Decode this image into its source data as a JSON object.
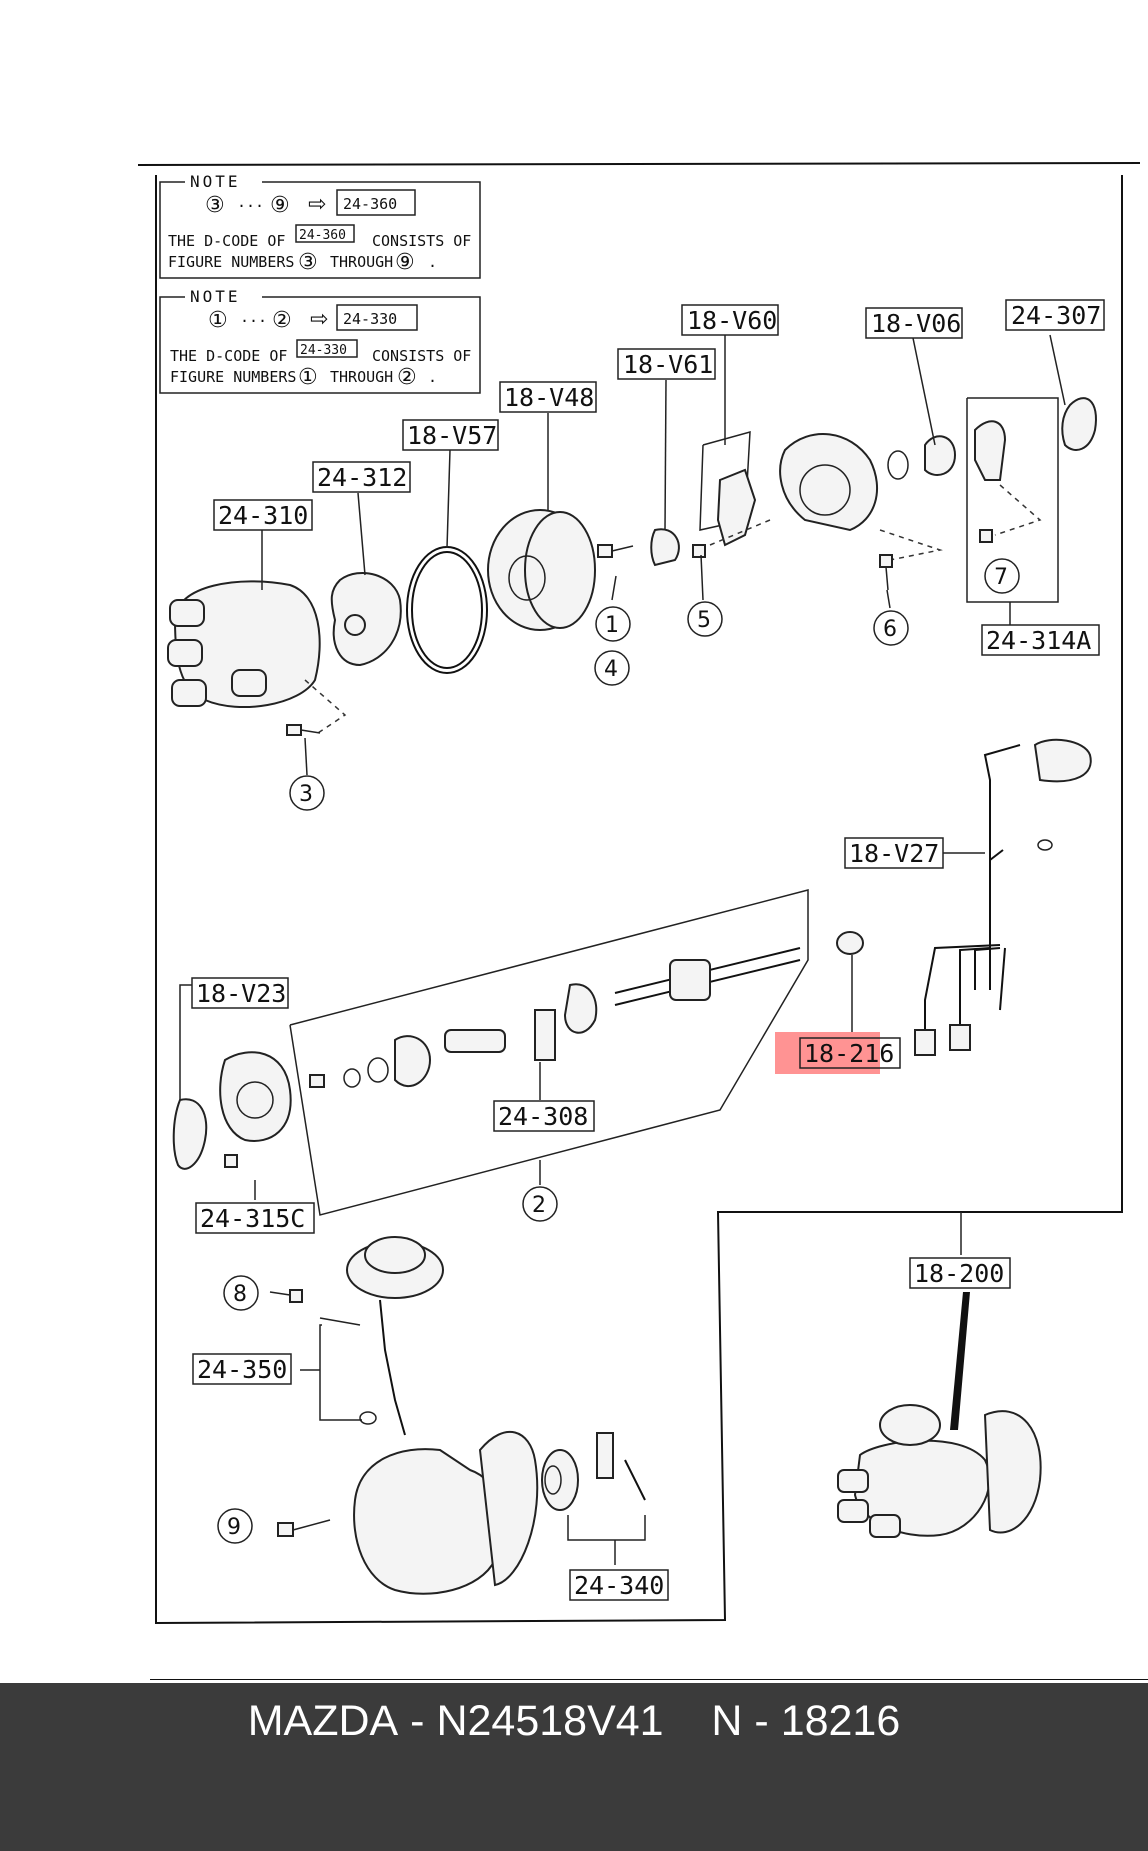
{
  "notes": [
    {
      "header": "NOTE",
      "ref_from": "③",
      "ref_to": "⑨",
      "dots": "···",
      "arrow": "⇨",
      "code": "24-360",
      "line1_pre": "THE D-CODE OF",
      "line1_post": "CONSISTS OF",
      "line2_pre": "FIGURE NUMBERS",
      "line2_mid": "THROUGH",
      "line2_end": "."
    },
    {
      "header": "NOTE",
      "ref_from": "①",
      "ref_to": "②",
      "dots": "···",
      "arrow": "⇨",
      "code": "24-330",
      "line1_pre": "THE D-CODE OF",
      "line1_post": "CONSISTS OF",
      "line2_pre": "FIGURE NUMBERS",
      "line2_mid": "THROUGH",
      "line2_end": "."
    }
  ],
  "part_labels": [
    "18-V60",
    "18-V06",
    "24-307",
    "18-V61",
    "18-V48",
    "18-V57",
    "24-312",
    "24-310",
    "24-314A",
    "18-V27",
    "18-V23",
    "24-308",
    "24-315C",
    "18-216",
    "18-200",
    "24-350",
    "24-340"
  ],
  "callouts": [
    "1",
    "4",
    "5",
    "6",
    "7",
    "3",
    "2",
    "8",
    "9"
  ],
  "highlight_color": "#ff3b3b",
  "footer": {
    "brand": "MAZDA",
    "sep": "-",
    "part_number": "N24518V41",
    "ref_prefix": "N",
    "ref_sep": "-",
    "ref_number": "18216"
  }
}
